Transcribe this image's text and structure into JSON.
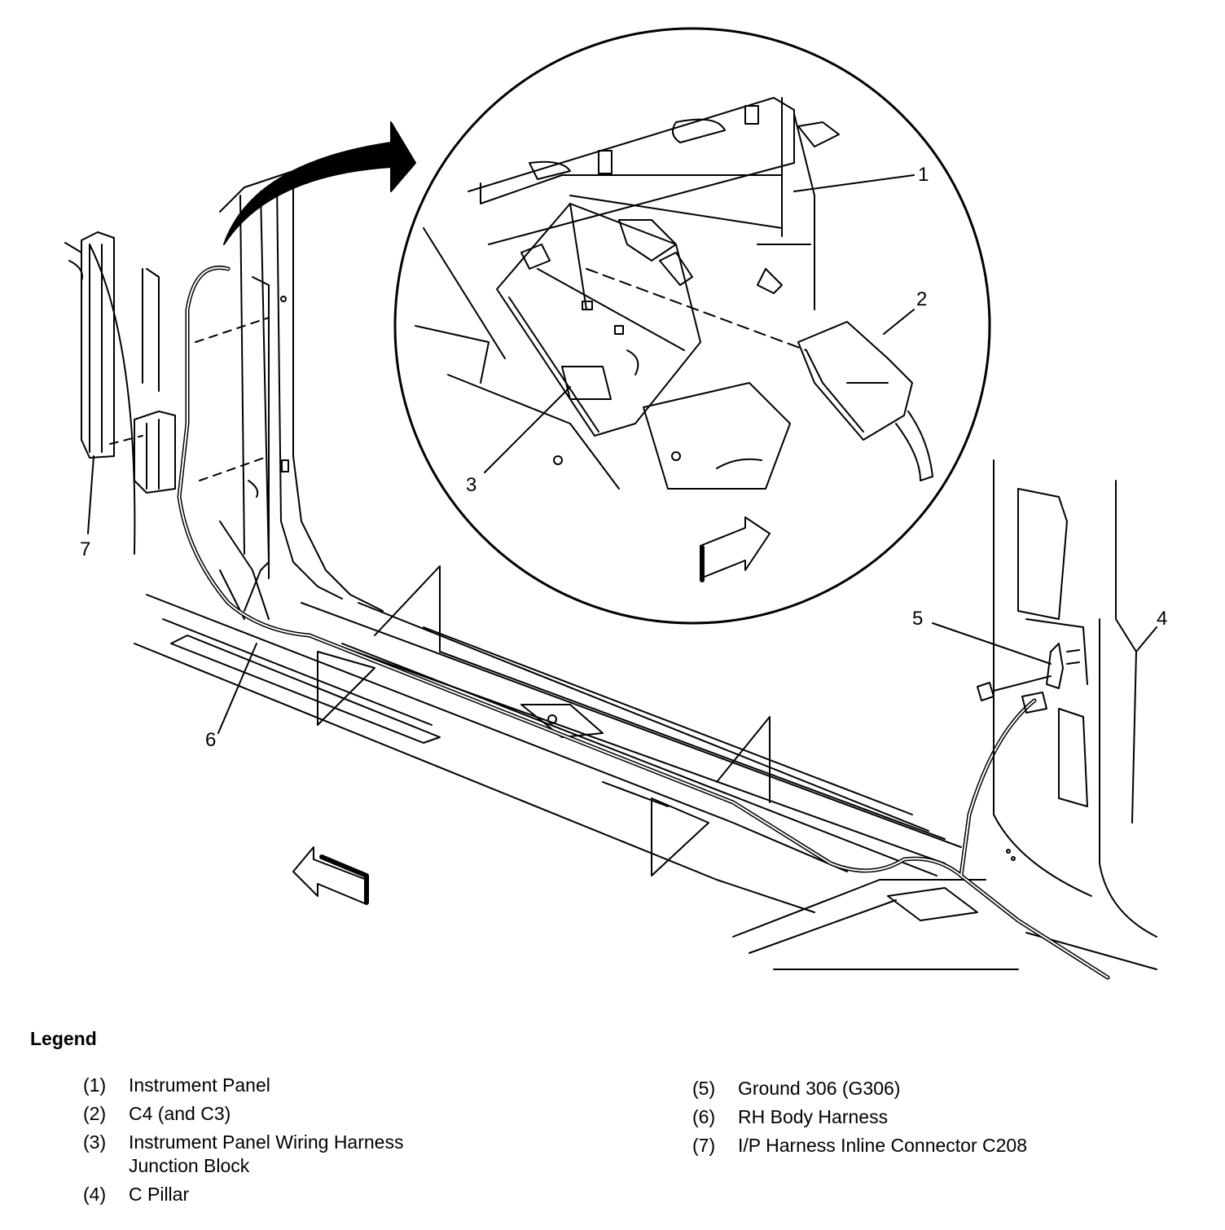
{
  "callouts": [
    "1",
    "2",
    "3",
    "4",
    "5",
    "6",
    "7"
  ],
  "legend": {
    "title": "Legend",
    "items": [
      {
        "num": "(1)",
        "text": "Instrument Panel"
      },
      {
        "num": "(2)",
        "text": "C4 (and C3)"
      },
      {
        "num": "(3)",
        "text": "Instrument Panel Wiring Harness\nJunction Block"
      },
      {
        "num": "(4)",
        "text": "C Pillar"
      },
      {
        "num": "(5)",
        "text": "Ground 306 (G306)"
      },
      {
        "num": "(6)",
        "text": "RH Body Harness"
      },
      {
        "num": "(7)",
        "text": "I/P Harness Inline Connector C208"
      }
    ]
  }
}
